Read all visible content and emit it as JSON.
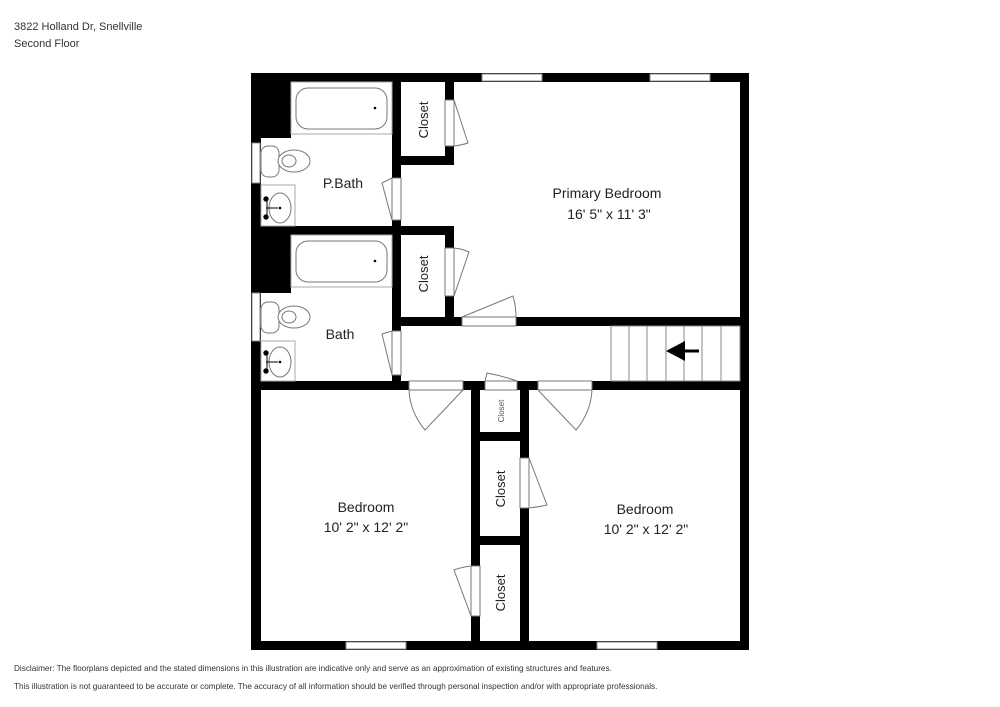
{
  "header": {
    "address": "3822 Holland Dr, Snellville",
    "floor": "Second Floor"
  },
  "rooms": {
    "primary_bedroom": {
      "name": "Primary Bedroom",
      "dimensions": "16' 5\" x 11' 3\""
    },
    "p_bath": {
      "name": "P.Bath"
    },
    "bath": {
      "name": "Bath"
    },
    "closet_primary": {
      "name": "Closet"
    },
    "closet_hall_upper": {
      "name": "Closet"
    },
    "closet_hall_small": {
      "name": "Closet"
    },
    "closet_middle": {
      "name": "Closet"
    },
    "closet_lower": {
      "name": "Closet"
    },
    "bedroom_left": {
      "name": "Bedroom",
      "dimensions": "10' 2\" x 12' 2\""
    },
    "bedroom_right": {
      "name": "Bedroom",
      "dimensions": "10' 2\" x 12' 2\""
    }
  },
  "stairs": {
    "direction": "left",
    "icon": "arrow-left-icon"
  },
  "disclaimer": {
    "line1": "Disclaimer: The floorplans depicted and the stated dimensions in this illustration are indicative only and serve as an approximation of existing structures and features.",
    "line2": "This illustration is not guaranteed to be accurate or complete. The accuracy of all information should be verified through personal inspection and/or with appropriate professionals."
  },
  "colors": {
    "wall": "#000000",
    "fixture_line": "#777777",
    "background": "#ffffff"
  }
}
